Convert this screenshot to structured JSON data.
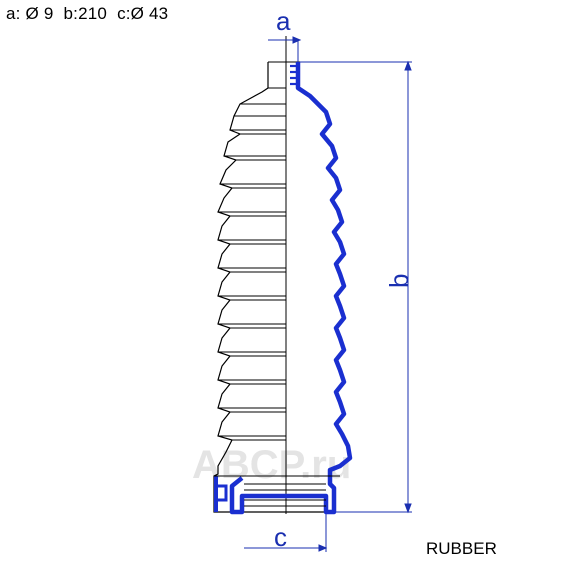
{
  "specs": {
    "a": "a: Ø 9",
    "b": "b:210",
    "c": "c:Ø 43"
  },
  "material": "RUBBER",
  "dimension_labels": {
    "a": "a",
    "b": "b",
    "c": "c"
  },
  "watermark": "ABCP.ru",
  "colors": {
    "outline": "#000000",
    "profile": "#1a2fd0",
    "dimension": "#1a2fb0",
    "watermark": "#cfcfcf"
  }
}
